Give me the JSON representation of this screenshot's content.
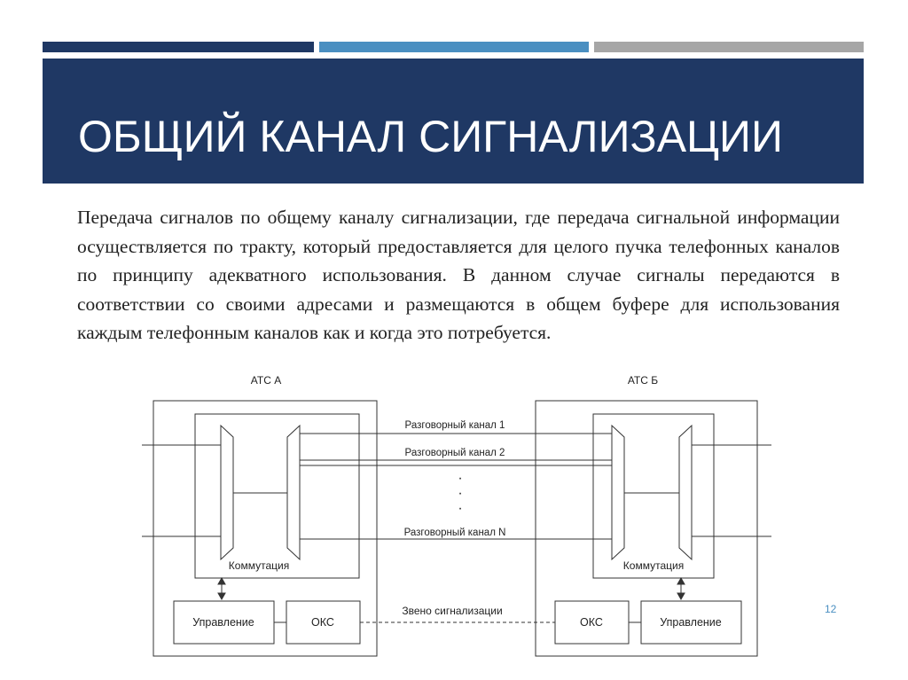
{
  "slide": {
    "title": "ОБЩИЙ КАНАЛ СИГНАЛИЗАЦИИ",
    "body": "Передача сигналов по общему каналу сигнализации, где передача сигнальной информации осуществляется по тракту, который предоставляется для целого пучка телефонных каналов по принципу адекватного использования. В данном случае сигналы передаются в соответствии со своими адресами и размещаются в общем буфере для использования каждым телефонным каналов как и когда это потребуется.",
    "page_number": "12"
  },
  "diagram": {
    "station_a": "АТС А",
    "station_b": "АТС Б",
    "channel_1": "Разговорный канал 1",
    "channel_2": "Разговорный канал 2",
    "channel_n": "Разговорный канал N",
    "dots": "·",
    "switching_a": "Коммутация",
    "switching_b": "Коммутация",
    "control_a": "Управление",
    "control_b": "Управление",
    "oks_a": "ОКС",
    "oks_b": "ОКС",
    "signal_link": "Звено сигнализации"
  }
}
